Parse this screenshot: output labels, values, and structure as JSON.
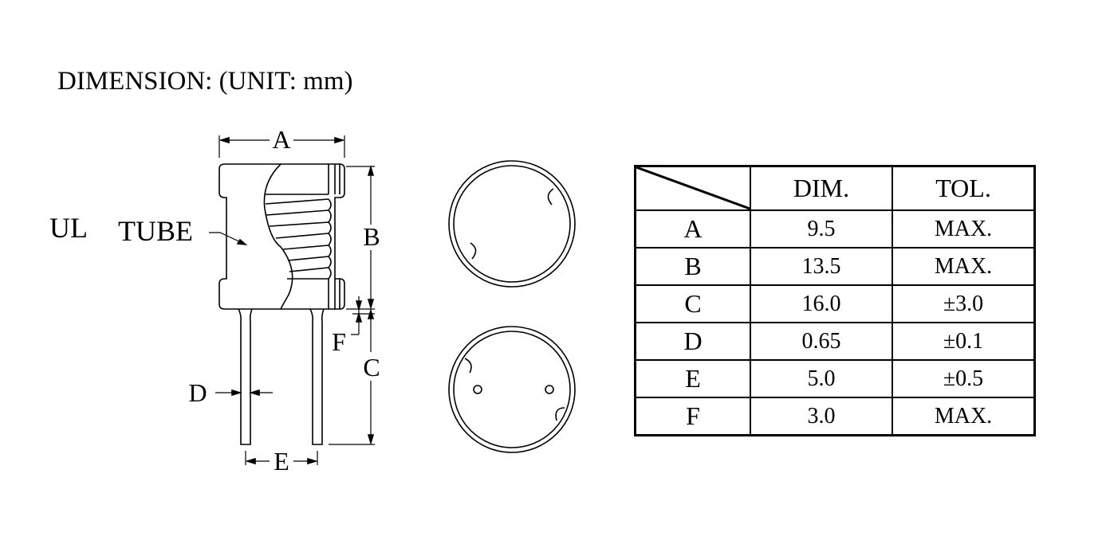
{
  "title": "DIMENSION: (UNIT: mm)",
  "drawing": {
    "labels": {
      "A": "A",
      "B": "B",
      "C": "C",
      "D": "D",
      "E": "E",
      "F": "F",
      "ul": "UL",
      "tube": "TUBE"
    }
  },
  "table": {
    "headers": [
      "",
      "DIM.",
      "TOL."
    ],
    "rows": [
      {
        "label": "A",
        "dim": "9.5",
        "tol": "MAX."
      },
      {
        "label": "B",
        "dim": "13.5",
        "tol": "MAX."
      },
      {
        "label": "C",
        "dim": "16.0",
        "tol": "±3.0"
      },
      {
        "label": "D",
        "dim": "0.65",
        "tol": "±0.1"
      },
      {
        "label": "E",
        "dim": "5.0",
        "tol": "±0.5"
      },
      {
        "label": "F",
        "dim": "3.0",
        "tol": "MAX."
      }
    ]
  }
}
